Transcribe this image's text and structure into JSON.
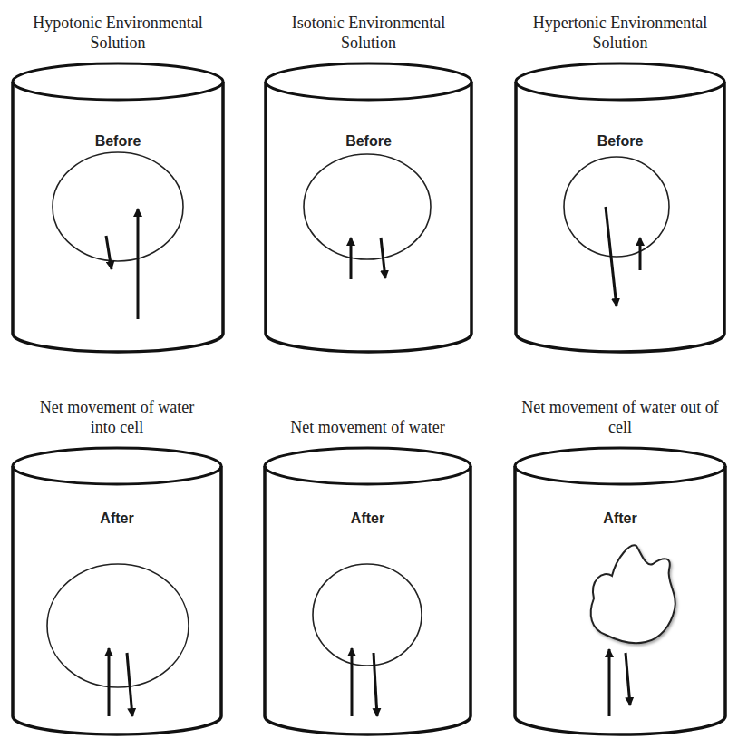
{
  "diagram": {
    "nodes": [
      {
        "text": [
          "Hypotonic Environmental Solution",
          "Before"
        ]
      },
      {
        "text": [
          "Isotonic Environmental Solution",
          "Before"
        ]
      },
      {
        "text": [
          "Hypertonic Environmental Solution",
          "Before"
        ]
      },
      {
        "text": [
          "Net movement of water into cell",
          "After"
        ]
      },
      {
        "text": [
          "Net movement of water",
          "After"
        ]
      },
      {
        "text": [
          "Net movement of water out of cell",
          "After"
        ]
      }
    ]
  }
}
